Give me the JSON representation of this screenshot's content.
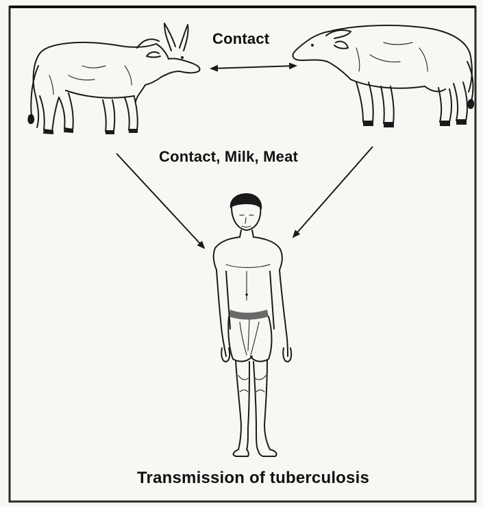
{
  "diagram": {
    "label_contact": "Contact",
    "label_routes": "Contact, Milk, Meat",
    "caption": "Transmission of tuberculosis"
  },
  "colors": {
    "ink": "#1a1a1a",
    "paper": "#f7f7f4",
    "frame": "#2a2a2a"
  },
  "icons": {
    "left_animal": "zebu-cow-illustration",
    "right_animal": "buffalo-illustration",
    "person": "standing-man-illustration"
  }
}
